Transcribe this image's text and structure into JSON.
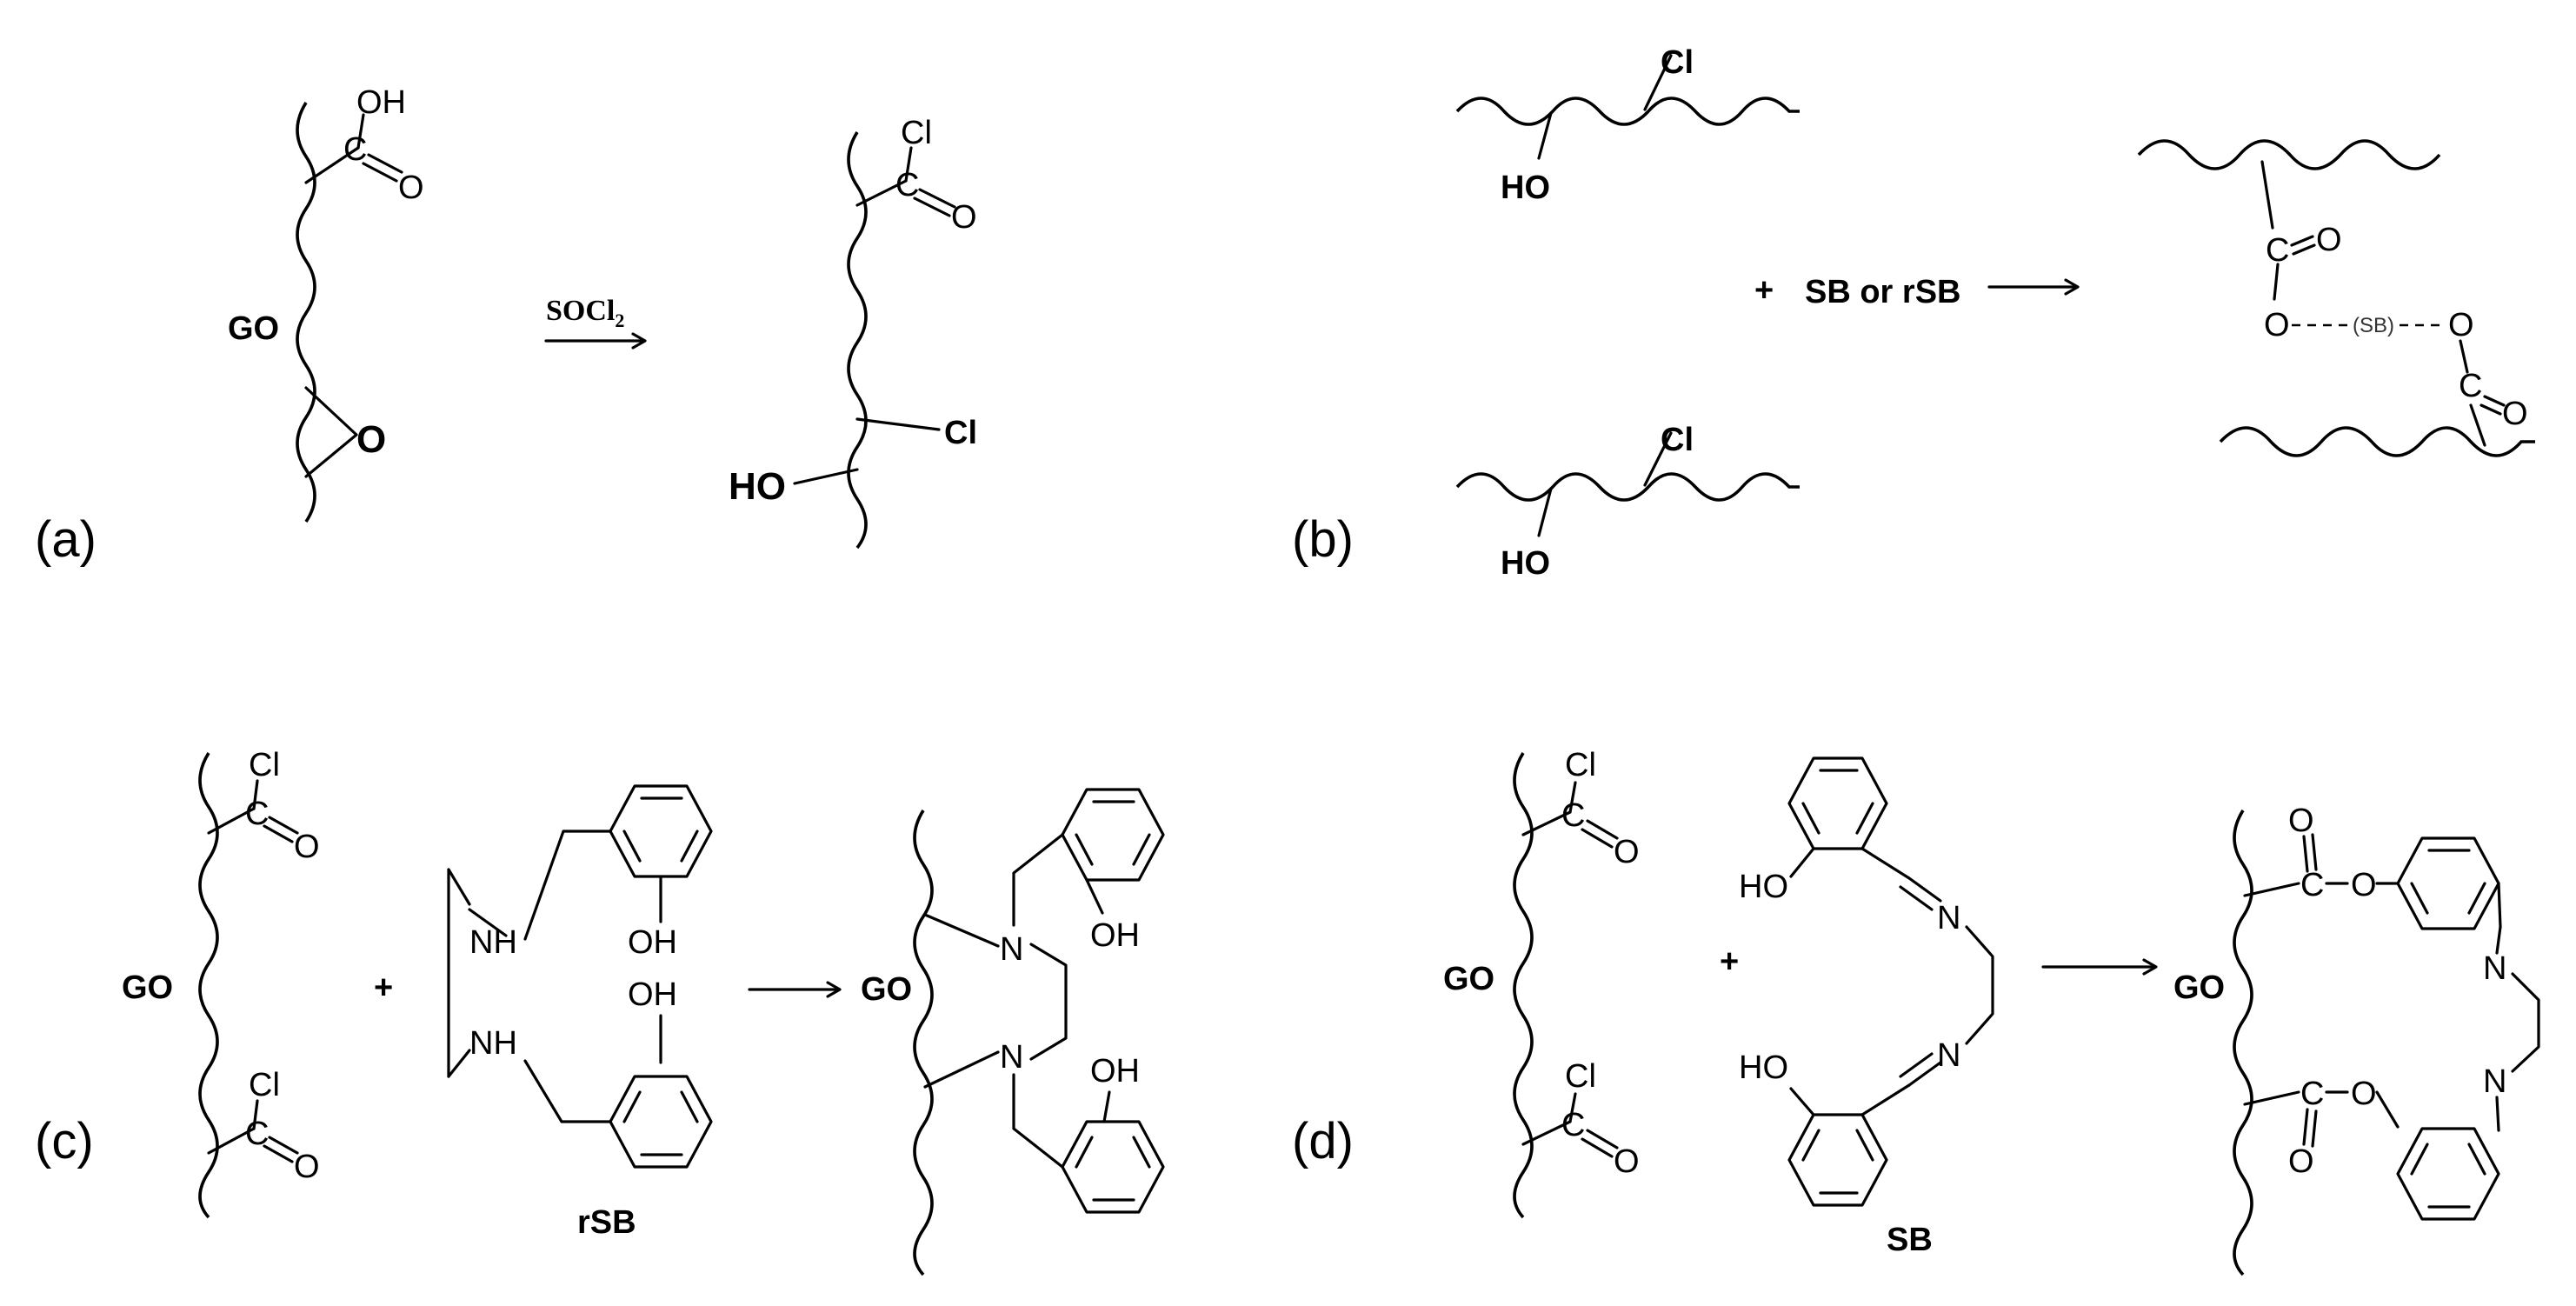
{
  "panels": {
    "a": "(a)",
    "b": "(b)",
    "c": "(c)",
    "d": "(d)"
  },
  "a": {
    "reactant": {
      "oh": "OH",
      "o": "O",
      "c": "C",
      "go": "GO",
      "epoxy_o": "O"
    },
    "reagent": "SOCl",
    "reagent_sub": "2",
    "product": {
      "cl": "Cl",
      "c": "C",
      "o": "O",
      "cl2": "Cl",
      "ho": "HO"
    }
  },
  "b": {
    "sheet1": {
      "cl": "Cl",
      "ho": "HO"
    },
    "sheet2": {
      "cl": "Cl",
      "ho": "HO"
    },
    "plus": "+",
    "reagent": "SB or rSB",
    "product": {
      "c1": "C",
      "o1": "O",
      "ester_o1": "O",
      "link": "(SB)",
      "ester_o2": "O",
      "c2": "C",
      "o2": "O"
    }
  },
  "c": {
    "go": {
      "label": "GO",
      "cl1": "Cl",
      "c1": "C",
      "o1": "O",
      "cl2": "Cl",
      "c2": "C",
      "o2": "O"
    },
    "plus": "+",
    "rsb": {
      "nh1": "NH",
      "nh2": "NH",
      "oh1": "OH",
      "oh2": "OH",
      "name": "rSB"
    },
    "product": {
      "go": "GO",
      "n1": "N",
      "n2": "N",
      "oh1": "OH",
      "oh2": "OH"
    }
  },
  "d": {
    "go": {
      "label": "GO",
      "cl1": "Cl",
      "c1": "C",
      "o1": "O",
      "cl2": "Cl",
      "c2": "C",
      "o2": "O"
    },
    "plus": "+",
    "sb": {
      "ho1": "HO",
      "n1": "N",
      "n2": "N",
      "ho2": "HO",
      "name": "SB"
    },
    "product": {
      "go": "GO",
      "o1": "O",
      "c1": "C",
      "o1b": "O",
      "o2": "O",
      "c2": "C",
      "o2b": "O",
      "n1": "N",
      "n2": "N"
    }
  }
}
